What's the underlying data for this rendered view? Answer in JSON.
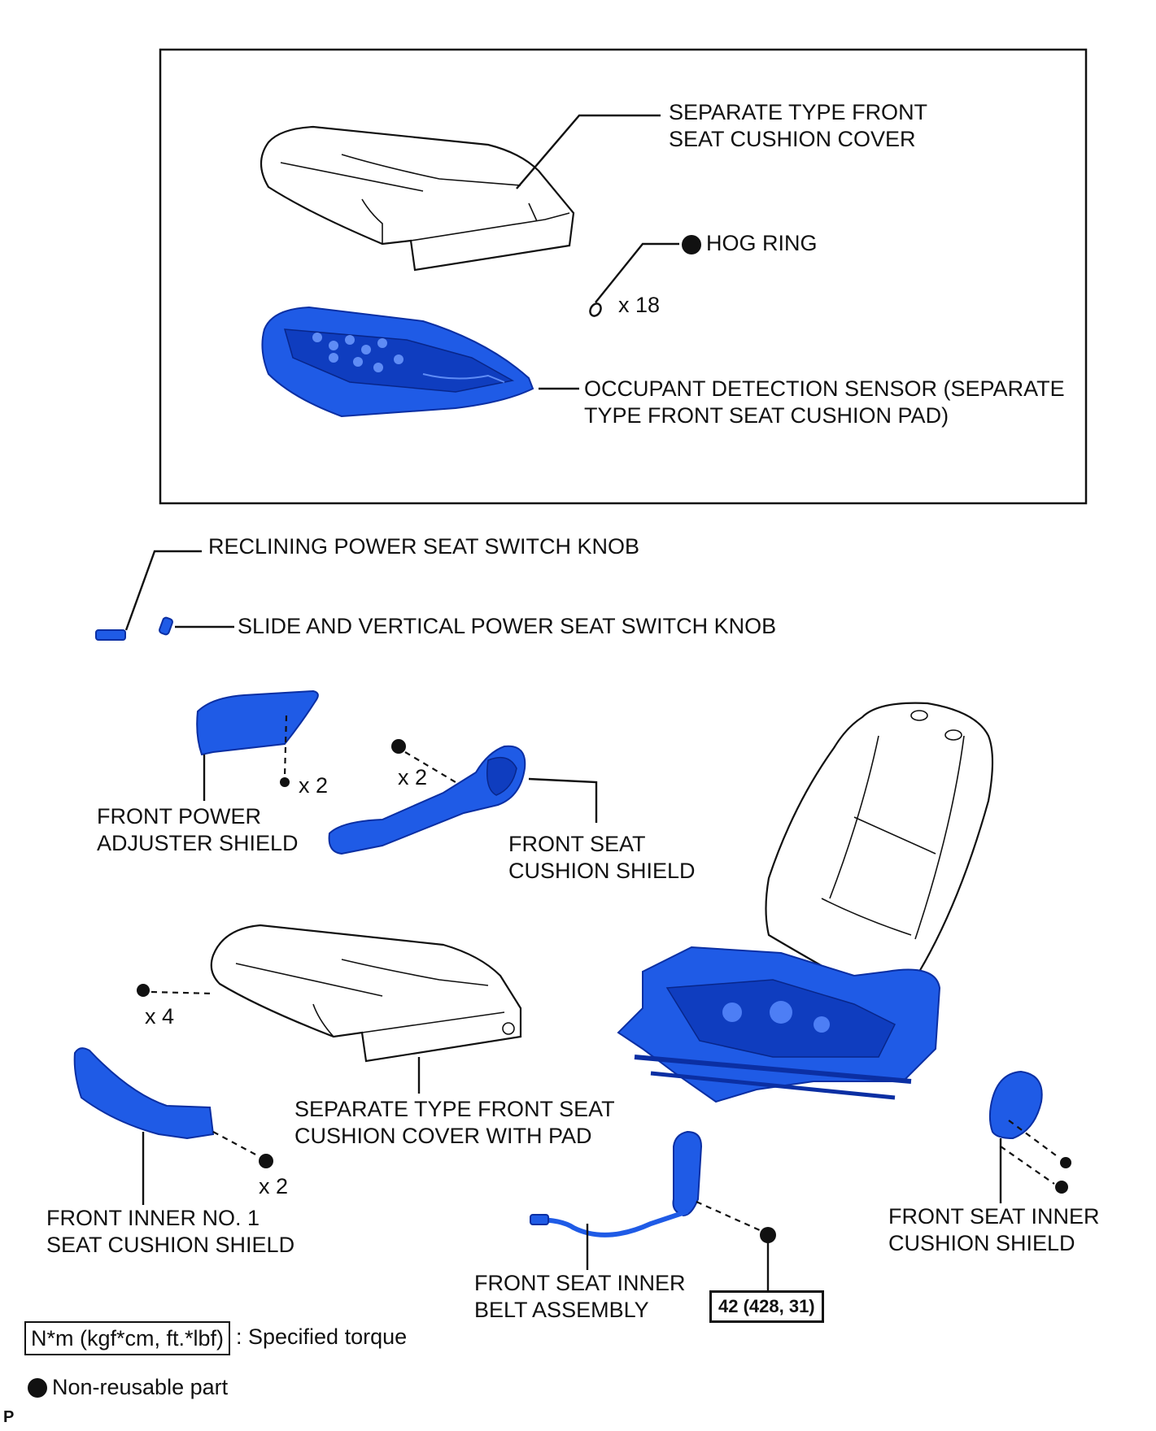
{
  "colors": {
    "part_blue": "#1f5be6",
    "line": "#111111",
    "background": "#ffffff"
  },
  "labels": {
    "cushion_cover": [
      "SEPARATE TYPE FRONT",
      "SEAT CUSHION COVER"
    ],
    "hog_ring": "HOG RING",
    "hog_ring_qty": "x 18",
    "occupant_sensor": [
      "OCCUPANT DETECTION SENSOR (SEPARATE",
      "TYPE FRONT SEAT CUSHION PAD)"
    ],
    "reclining_knob": "RECLINING POWER SEAT SWITCH KNOB",
    "slide_knob": "SLIDE AND VERTICAL POWER SEAT SWITCH KNOB",
    "power_adjuster_shield": [
      "FRONT POWER",
      "ADJUSTER SHIELD"
    ],
    "power_adjuster_qty": "x 2",
    "cushion_shield": [
      "FRONT SEAT",
      "CUSHION SHIELD"
    ],
    "cushion_shield_qty": "x 2",
    "cover_with_pad": [
      "SEPARATE TYPE FRONT SEAT",
      "CUSHION COVER WITH PAD"
    ],
    "cover_with_pad_qty": "x 4",
    "inner_no1_shield": [
      "FRONT INNER NO. 1",
      "SEAT CUSHION SHIELD"
    ],
    "inner_no1_qty": "x 2",
    "inner_belt": [
      "FRONT SEAT INNER",
      "BELT ASSEMBLY"
    ],
    "inner_cushion_shield": [
      "FRONT SEAT INNER",
      "CUSHION SHIELD"
    ],
    "torque_value": "42 (428, 31)"
  },
  "legend": {
    "torque_unit": "N*m (kgf*cm, ft.*lbf)",
    "torque_desc": ": Specified torque",
    "nonreusable_desc": "Non-reusable part"
  },
  "corner_mark": "P"
}
